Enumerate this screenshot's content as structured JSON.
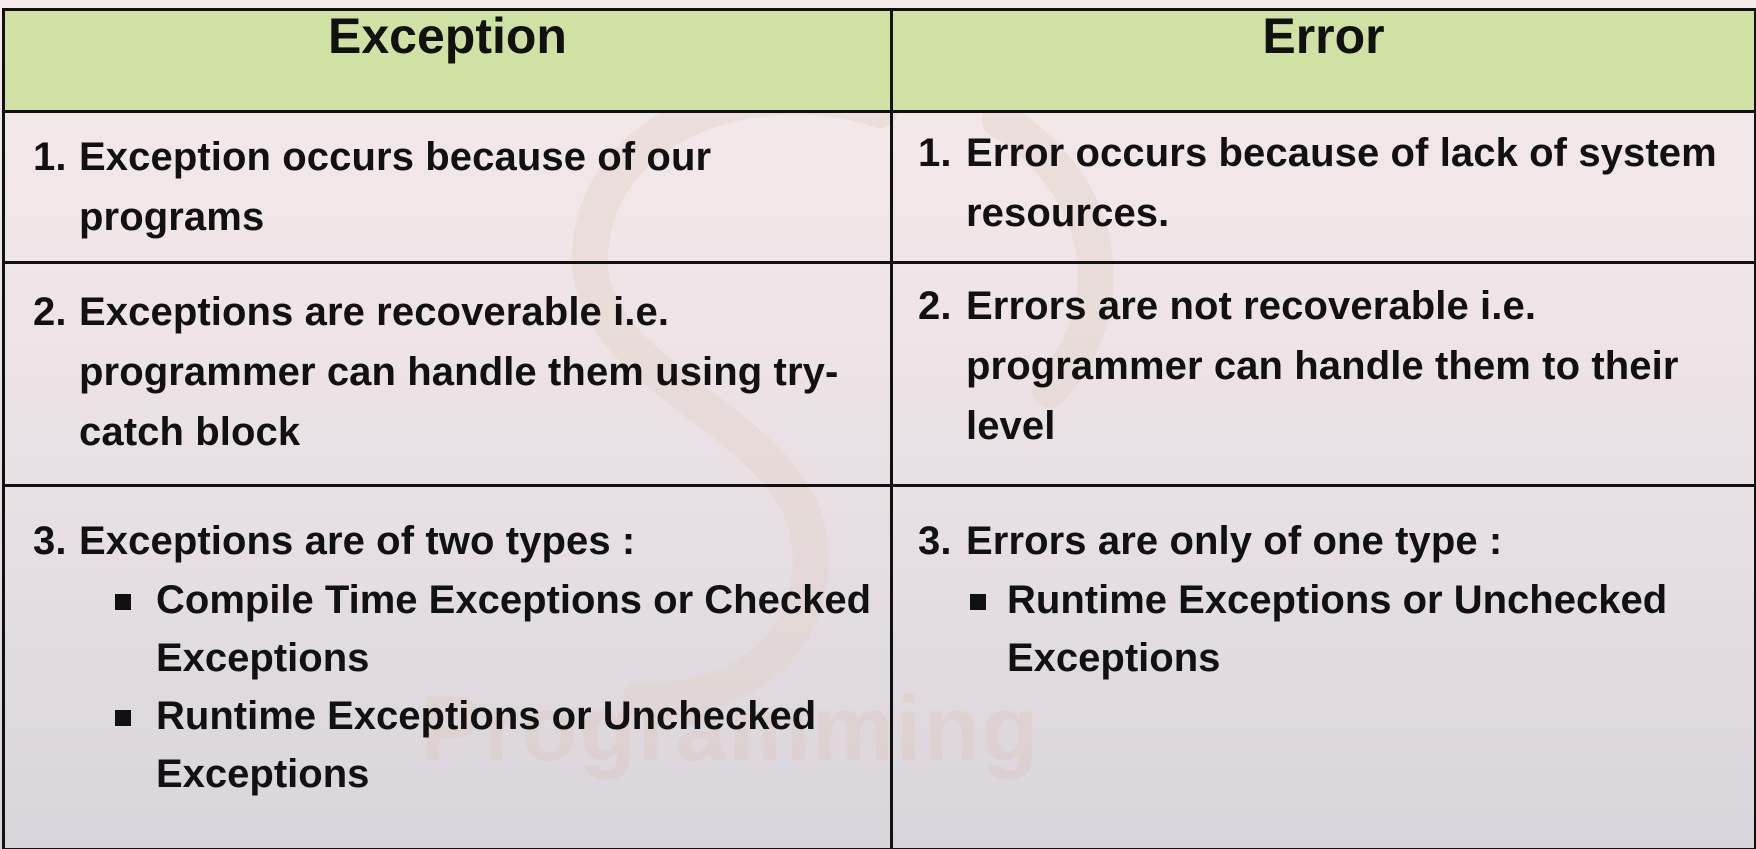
{
  "table": {
    "columns": [
      {
        "header": "Exception",
        "rows": [
          {
            "number": "1.",
            "text": "Exception occurs because of our programs"
          },
          {
            "number": "2.",
            "text": "Exceptions are recoverable i.e. programmer can handle them using try-catch block"
          },
          {
            "number": "3.",
            "text": "Exceptions are of two types :",
            "bullets": [
              "Compile Time Exceptions or Checked Exceptions",
              "Runtime Exceptions or Unchecked Exceptions"
            ]
          }
        ]
      },
      {
        "header": "Error",
        "rows": [
          {
            "number": "1.",
            "text": "Error occurs because of lack of system resources."
          },
          {
            "number": "2.",
            "text": "Errors are not recoverable i.e. programmer can handle them to their level"
          },
          {
            "number": "3.",
            "text": "Errors are only of one type :",
            "bullets": [
              "Runtime Exceptions or Unchecked Exceptions"
            ]
          }
        ]
      }
    ]
  },
  "watermark": {
    "text": "Programming"
  },
  "colors": {
    "header_bg": "#cfe2a4",
    "border": "#111111",
    "text": "#111111"
  }
}
